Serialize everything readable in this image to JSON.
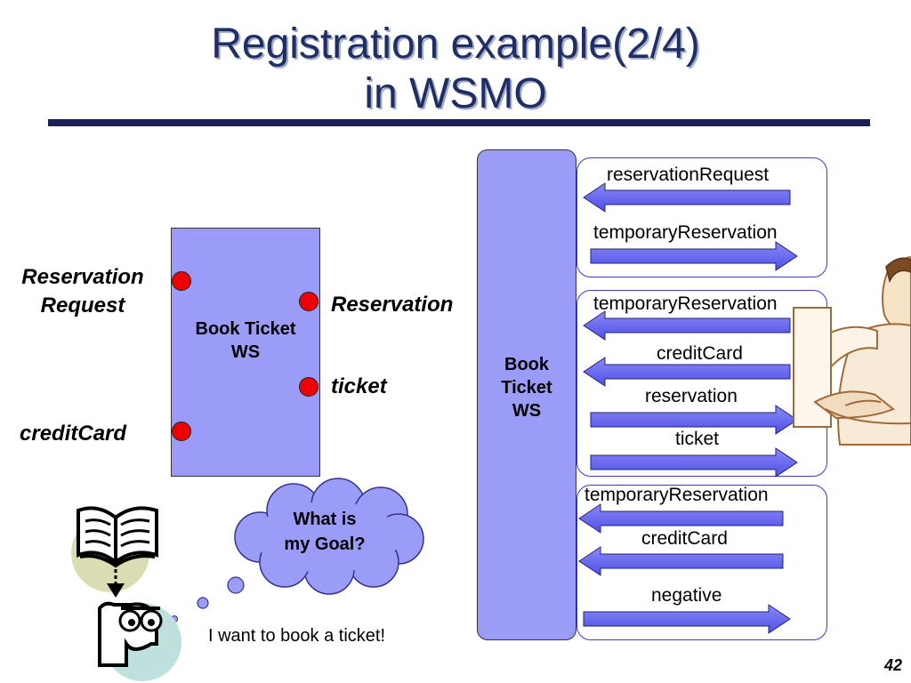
{
  "title": {
    "line1": "Registration example(2/4)",
    "line2": "in WSMO"
  },
  "left_ws": {
    "label_line1": "Book Ticket",
    "label_line2": "WS",
    "ports": {
      "reservation_request_line1": "Reservation",
      "reservation_request_line2": "Request",
      "credit_card": "creditCard",
      "reservation": "Reservation",
      "ticket": "ticket"
    }
  },
  "right_ws": {
    "label_line1": "Book",
    "label_line2": "Ticket",
    "label_line3": "WS"
  },
  "panels": [
    {
      "messages": [
        {
          "text": "reservationRequest",
          "direction": "in"
        },
        {
          "text": "temporaryReservation",
          "direction": "out"
        }
      ]
    },
    {
      "messages": [
        {
          "text": "temporaryReservation",
          "direction": "in"
        },
        {
          "text": "creditCard",
          "direction": "in"
        },
        {
          "text": "reservation",
          "direction": "out"
        },
        {
          "text": "ticket",
          "direction": "out"
        }
      ]
    },
    {
      "messages": [
        {
          "text": "temporaryReservation",
          "direction": "in"
        },
        {
          "text": "creditCard",
          "direction": "in"
        },
        {
          "text": "negative",
          "direction": "out"
        }
      ]
    }
  ],
  "thought_bubble": {
    "line1": "What is",
    "line2": "my Goal?"
  },
  "speech": "I want to book a ticket!",
  "page_number": "42",
  "colors": {
    "ws_fill": "#9b9bf8",
    "arrow_fill": "#6a6af0",
    "port_red": "#ee0000",
    "title_blue": "#1f2f66",
    "panel_border": "#3a3acc"
  }
}
